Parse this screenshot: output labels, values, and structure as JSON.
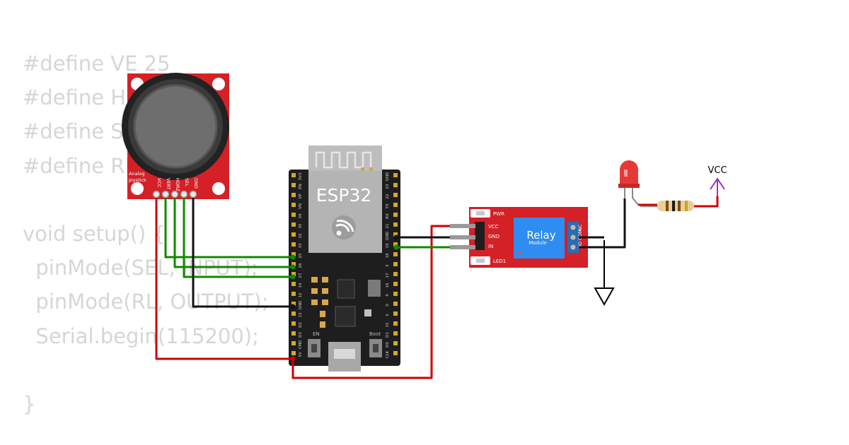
{
  "code_lines": [
    "#define VE 25",
    "#define HO 26",
    "#define SE 27",
    "#define RL 14",
    "",
    "void setup() {",
    "  pinMode(SEL, INPUT);",
    "  pinMode(RL, OUTPUT);",
    "  Serial.begin(115200);",
    "",
    "}"
  ],
  "joystick": {
    "brand_line1": "Analog",
    "brand_line2": "Joystick",
    "pins": [
      "VCC",
      "VERT",
      "HORZ",
      "SEL",
      "GND"
    ]
  },
  "esp32": {
    "label": "ESP32",
    "button_en": "EN",
    "button_boot": "Boot",
    "left_pins": [
      "3V3",
      "EN",
      "VP",
      "VN",
      "34",
      "35",
      "32",
      "33",
      "25",
      "26",
      "27",
      "14",
      "12",
      "GND",
      "13",
      "D2",
      "D3",
      "CMD",
      "5V"
    ],
    "right_pins": [
      "GND",
      "23",
      "22",
      "TX",
      "RX",
      "21",
      "GND",
      "19",
      "18",
      "5",
      "17",
      "16",
      "4",
      "0",
      "2",
      "15",
      "D1",
      "D0",
      "CLK"
    ]
  },
  "relay": {
    "title": "Relay",
    "subtitle": "Module",
    "pwr_label": "PWR",
    "led_label": "LED1",
    "pins": [
      "VCC",
      "GND",
      "IN"
    ],
    "terminals": [
      "NO",
      "COM",
      "NC"
    ]
  },
  "vcc_label": "VCC",
  "colors": {
    "board_red": "#d52027",
    "esp_black": "#1e1e1e",
    "wire_green": "#118800",
    "wire_red": "#d00000",
    "wire_black": "#111111",
    "code_grey": "#d6d6d6",
    "relay_blue": "#2f8cf0"
  }
}
